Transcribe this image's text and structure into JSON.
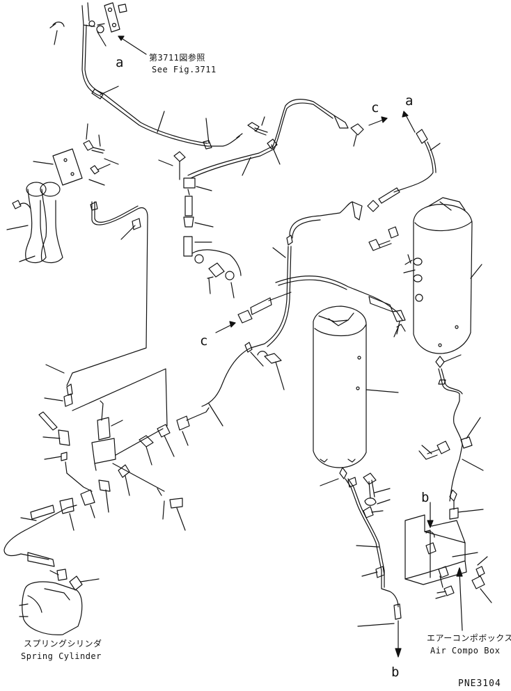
{
  "callouts": {
    "ref_jp": "第3711図参照",
    "ref_en": "See Fig.3711",
    "letter_a": "a",
    "letter_b": "b",
    "letter_c": "c"
  },
  "labels": {
    "spring_cylinder_jp": "スプリングシリンダ",
    "spring_cylinder_en": "Spring Cylinder",
    "air_box_jp": "エアーコンポボックス",
    "air_box_en": "Air Compo Box"
  },
  "drawing_code": "PNE3104"
}
